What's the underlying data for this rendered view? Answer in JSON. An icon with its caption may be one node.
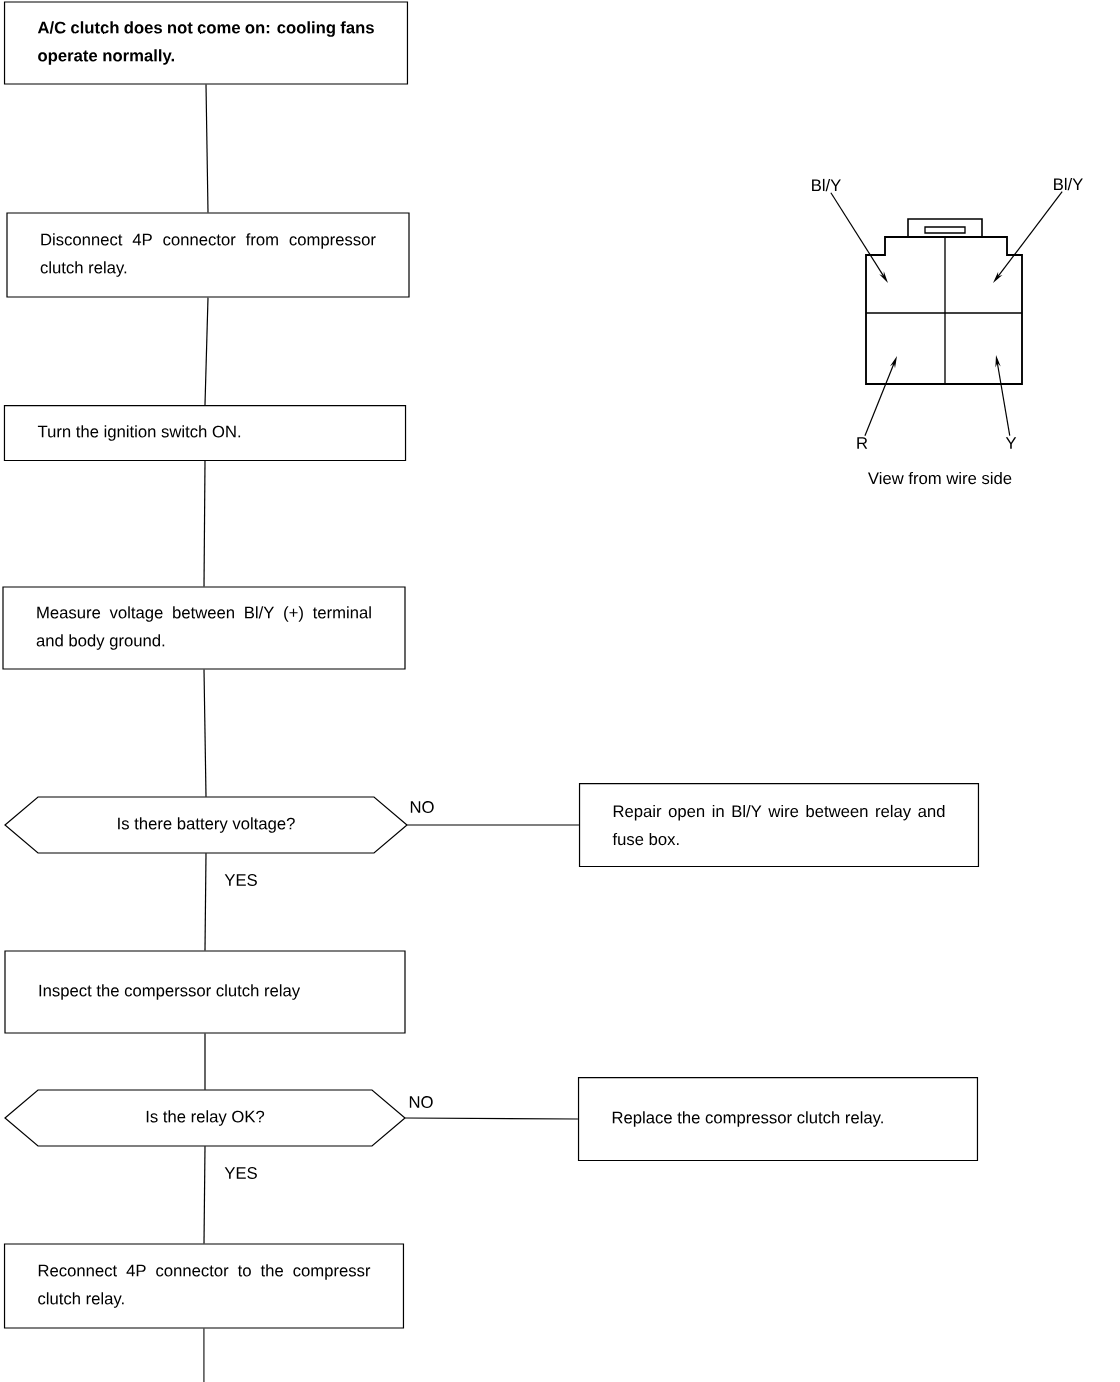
{
  "diagram": {
    "nodes": [
      {
        "text": [
          "A/C clutch does not come on: cooling fans operate normally."
        ]
      },
      {
        "text": [
          "Disconnect 4P connector from compressor clutch relay."
        ]
      },
      {
        "text": [
          "Turn the ignition switch ON."
        ]
      },
      {
        "text": [
          "Measure voltage between Bl/Y (+) terminal and body ground."
        ]
      },
      {
        "text": [
          "Is there battery voltage?"
        ]
      },
      {
        "text": [
          "Repair open in Bl/Y wire between relay and fuse box."
        ]
      },
      {
        "text": [
          "Inspect the comperssor clutch relay"
        ]
      },
      {
        "text": [
          "Is the relay OK?"
        ]
      },
      {
        "text": [
          "Replace the compressor clutch relay."
        ]
      },
      {
        "text": [
          "Reconnect 4P connector to the compressr clutch relay."
        ]
      },
      {
        "text": [
          "Bl/Y"
        ]
      },
      {
        "text": [
          "Bl/Y"
        ]
      },
      {
        "text": [
          "R"
        ]
      },
      {
        "text": [
          "Y"
        ]
      }
    ],
    "edges": [
      {
        "from": 0,
        "to": 1,
        "arrow": "none"
      },
      {
        "from": 1,
        "to": 2,
        "arrow": "none"
      },
      {
        "from": 2,
        "to": 3,
        "arrow": "none"
      },
      {
        "from": 3,
        "to": 4,
        "arrow": "none"
      },
      {
        "from": 4,
        "to": 5,
        "arrow": "none",
        "label": "NO"
      },
      {
        "from": 4,
        "to": 6,
        "arrow": "none",
        "label": "YES"
      },
      {
        "from": 6,
        "to": 7,
        "arrow": "none"
      },
      {
        "from": 7,
        "to": 8,
        "arrow": "none",
        "label": "NO"
      },
      {
        "from": 7,
        "to": 9,
        "arrow": "none",
        "label": "YES"
      },
      {
        "from": 9,
        "to": null,
        "arrow": "none"
      },
      {
        "from": 10,
        "to": null,
        "arrow": "to"
      },
      {
        "from": 11,
        "to": null,
        "arrow": "to"
      },
      {
        "from": 12,
        "to": null,
        "arrow": "to"
      },
      {
        "from": 13,
        "to": null,
        "arrow": "to"
      }
    ],
    "labels": [
      "View from wire side"
    ]
  }
}
